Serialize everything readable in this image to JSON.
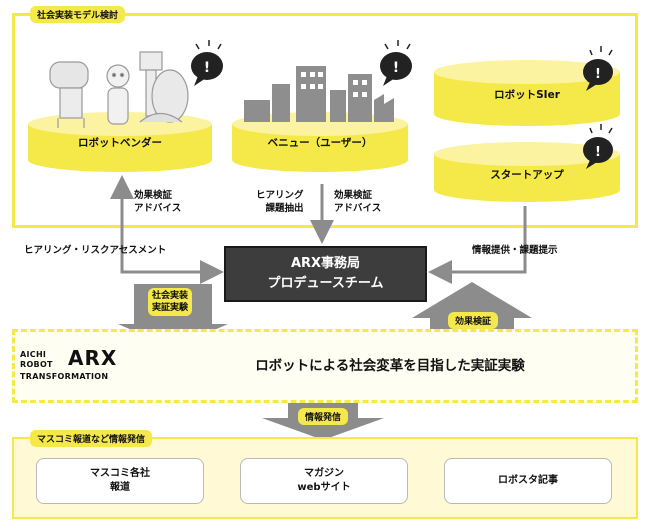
{
  "top_section": {
    "title": "社会実装モデル検討",
    "stakeholders": [
      {
        "label": "ロボットベンダー"
      },
      {
        "label": "ベニュー（ユーザー）"
      },
      {
        "label": "ロボットSIer"
      },
      {
        "label": "スタートアップ"
      }
    ]
  },
  "labels": {
    "left_up": [
      "効果検証",
      "アドバイス"
    ],
    "mid_left": [
      "ヒアリング",
      "課題抽出"
    ],
    "mid_right": [
      "効果検証",
      "アドバイス"
    ],
    "left_bottom": "ヒアリング・リスクアセスメント",
    "right_bottom": "情報提供・課題提示"
  },
  "center_box": {
    "line1": "ARX事務局",
    "line2": "プロデュースチーム"
  },
  "arrows": {
    "down_left": [
      "社会実装",
      "実証実験"
    ],
    "up_right": "効果検証",
    "down_center": "情報発信"
  },
  "band": {
    "logo_lines": [
      "AICHI",
      "ROBOT",
      "TRANSFORMATION"
    ],
    "logo_mark": "ARX",
    "text": "ロボットによる社会変革を目指した実証実験"
  },
  "bottom_section": {
    "title": "マスコミ報道など情報発信",
    "boxes": [
      {
        "line1": "マスコミ各社",
        "line2": "報道"
      },
      {
        "line1": "マガジン",
        "line2": "webサイト"
      },
      {
        "line1": "ロボスタ記事",
        "line2": ""
      }
    ]
  },
  "colors": {
    "accent_yellow": "#f5e94a",
    "dark_box": "#3d3d3d",
    "arrow_gray": "#8c8c8c"
  }
}
